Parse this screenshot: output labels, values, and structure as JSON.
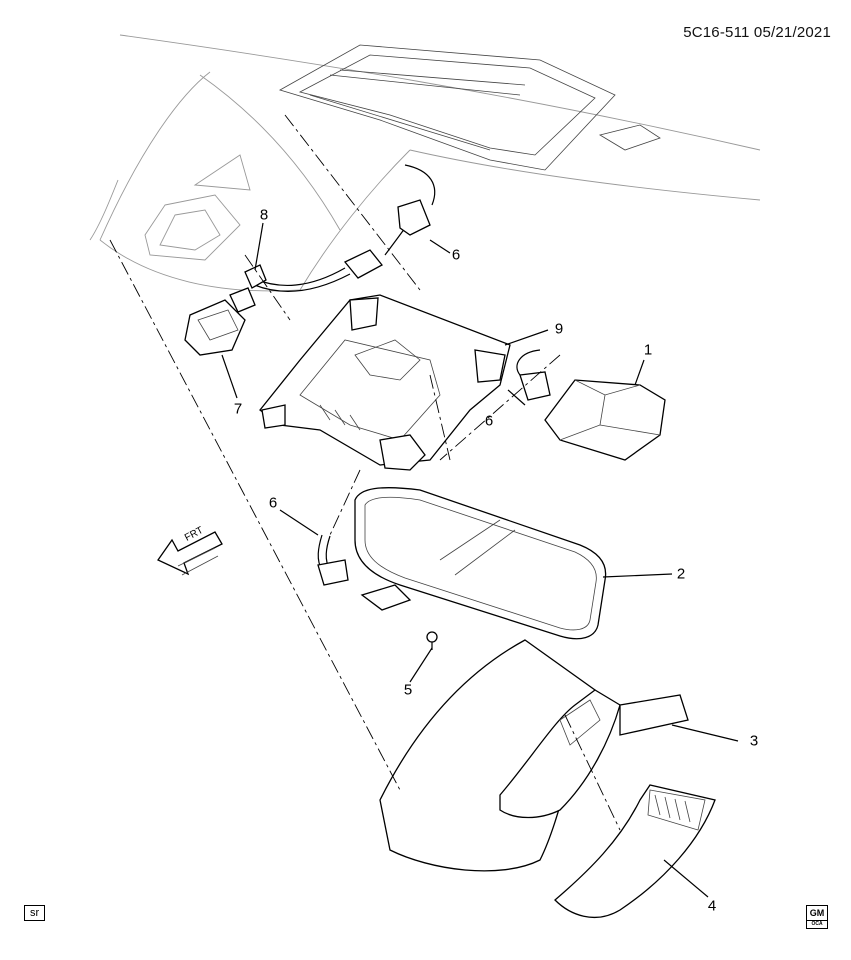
{
  "diagram": {
    "ref_code": "5C16-511  05/21/2021",
    "front_label": "FRT",
    "corner_tag": "sr",
    "logo": {
      "letters": "GM",
      "sub": "OCA"
    },
    "callouts": [
      {
        "id": "1",
        "label": "1"
      },
      {
        "id": "2",
        "label": "2"
      },
      {
        "id": "3",
        "label": "3"
      },
      {
        "id": "4",
        "label": "4"
      },
      {
        "id": "5",
        "label": "5"
      },
      {
        "id": "6a",
        "label": "6"
      },
      {
        "id": "6b",
        "label": "6"
      },
      {
        "id": "6c",
        "label": "6"
      },
      {
        "id": "7",
        "label": "7"
      },
      {
        "id": "8",
        "label": "8"
      },
      {
        "id": "9",
        "label": "9"
      }
    ]
  }
}
